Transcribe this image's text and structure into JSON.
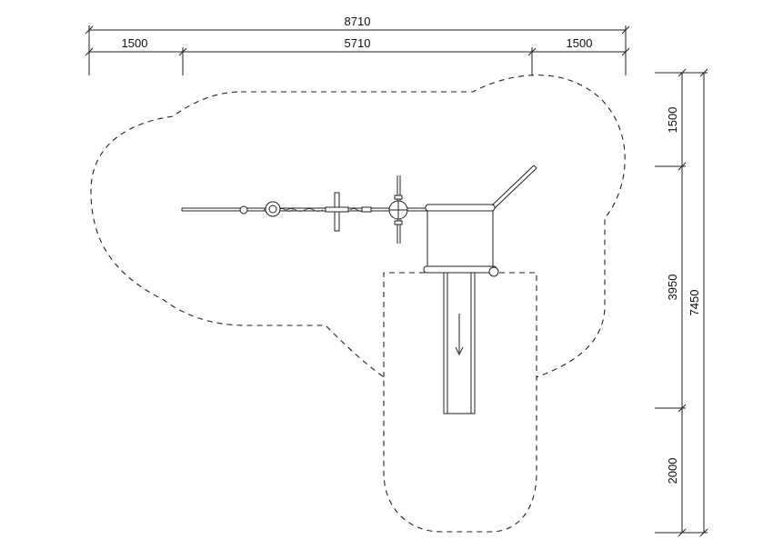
{
  "dimensions": {
    "top_overall": "8710",
    "top_left": "1500",
    "top_middle": "5710",
    "top_right": "1500",
    "right_top": "1500",
    "right_middle": "3950",
    "right_bottom": "2000",
    "right_overall": "7450"
  }
}
